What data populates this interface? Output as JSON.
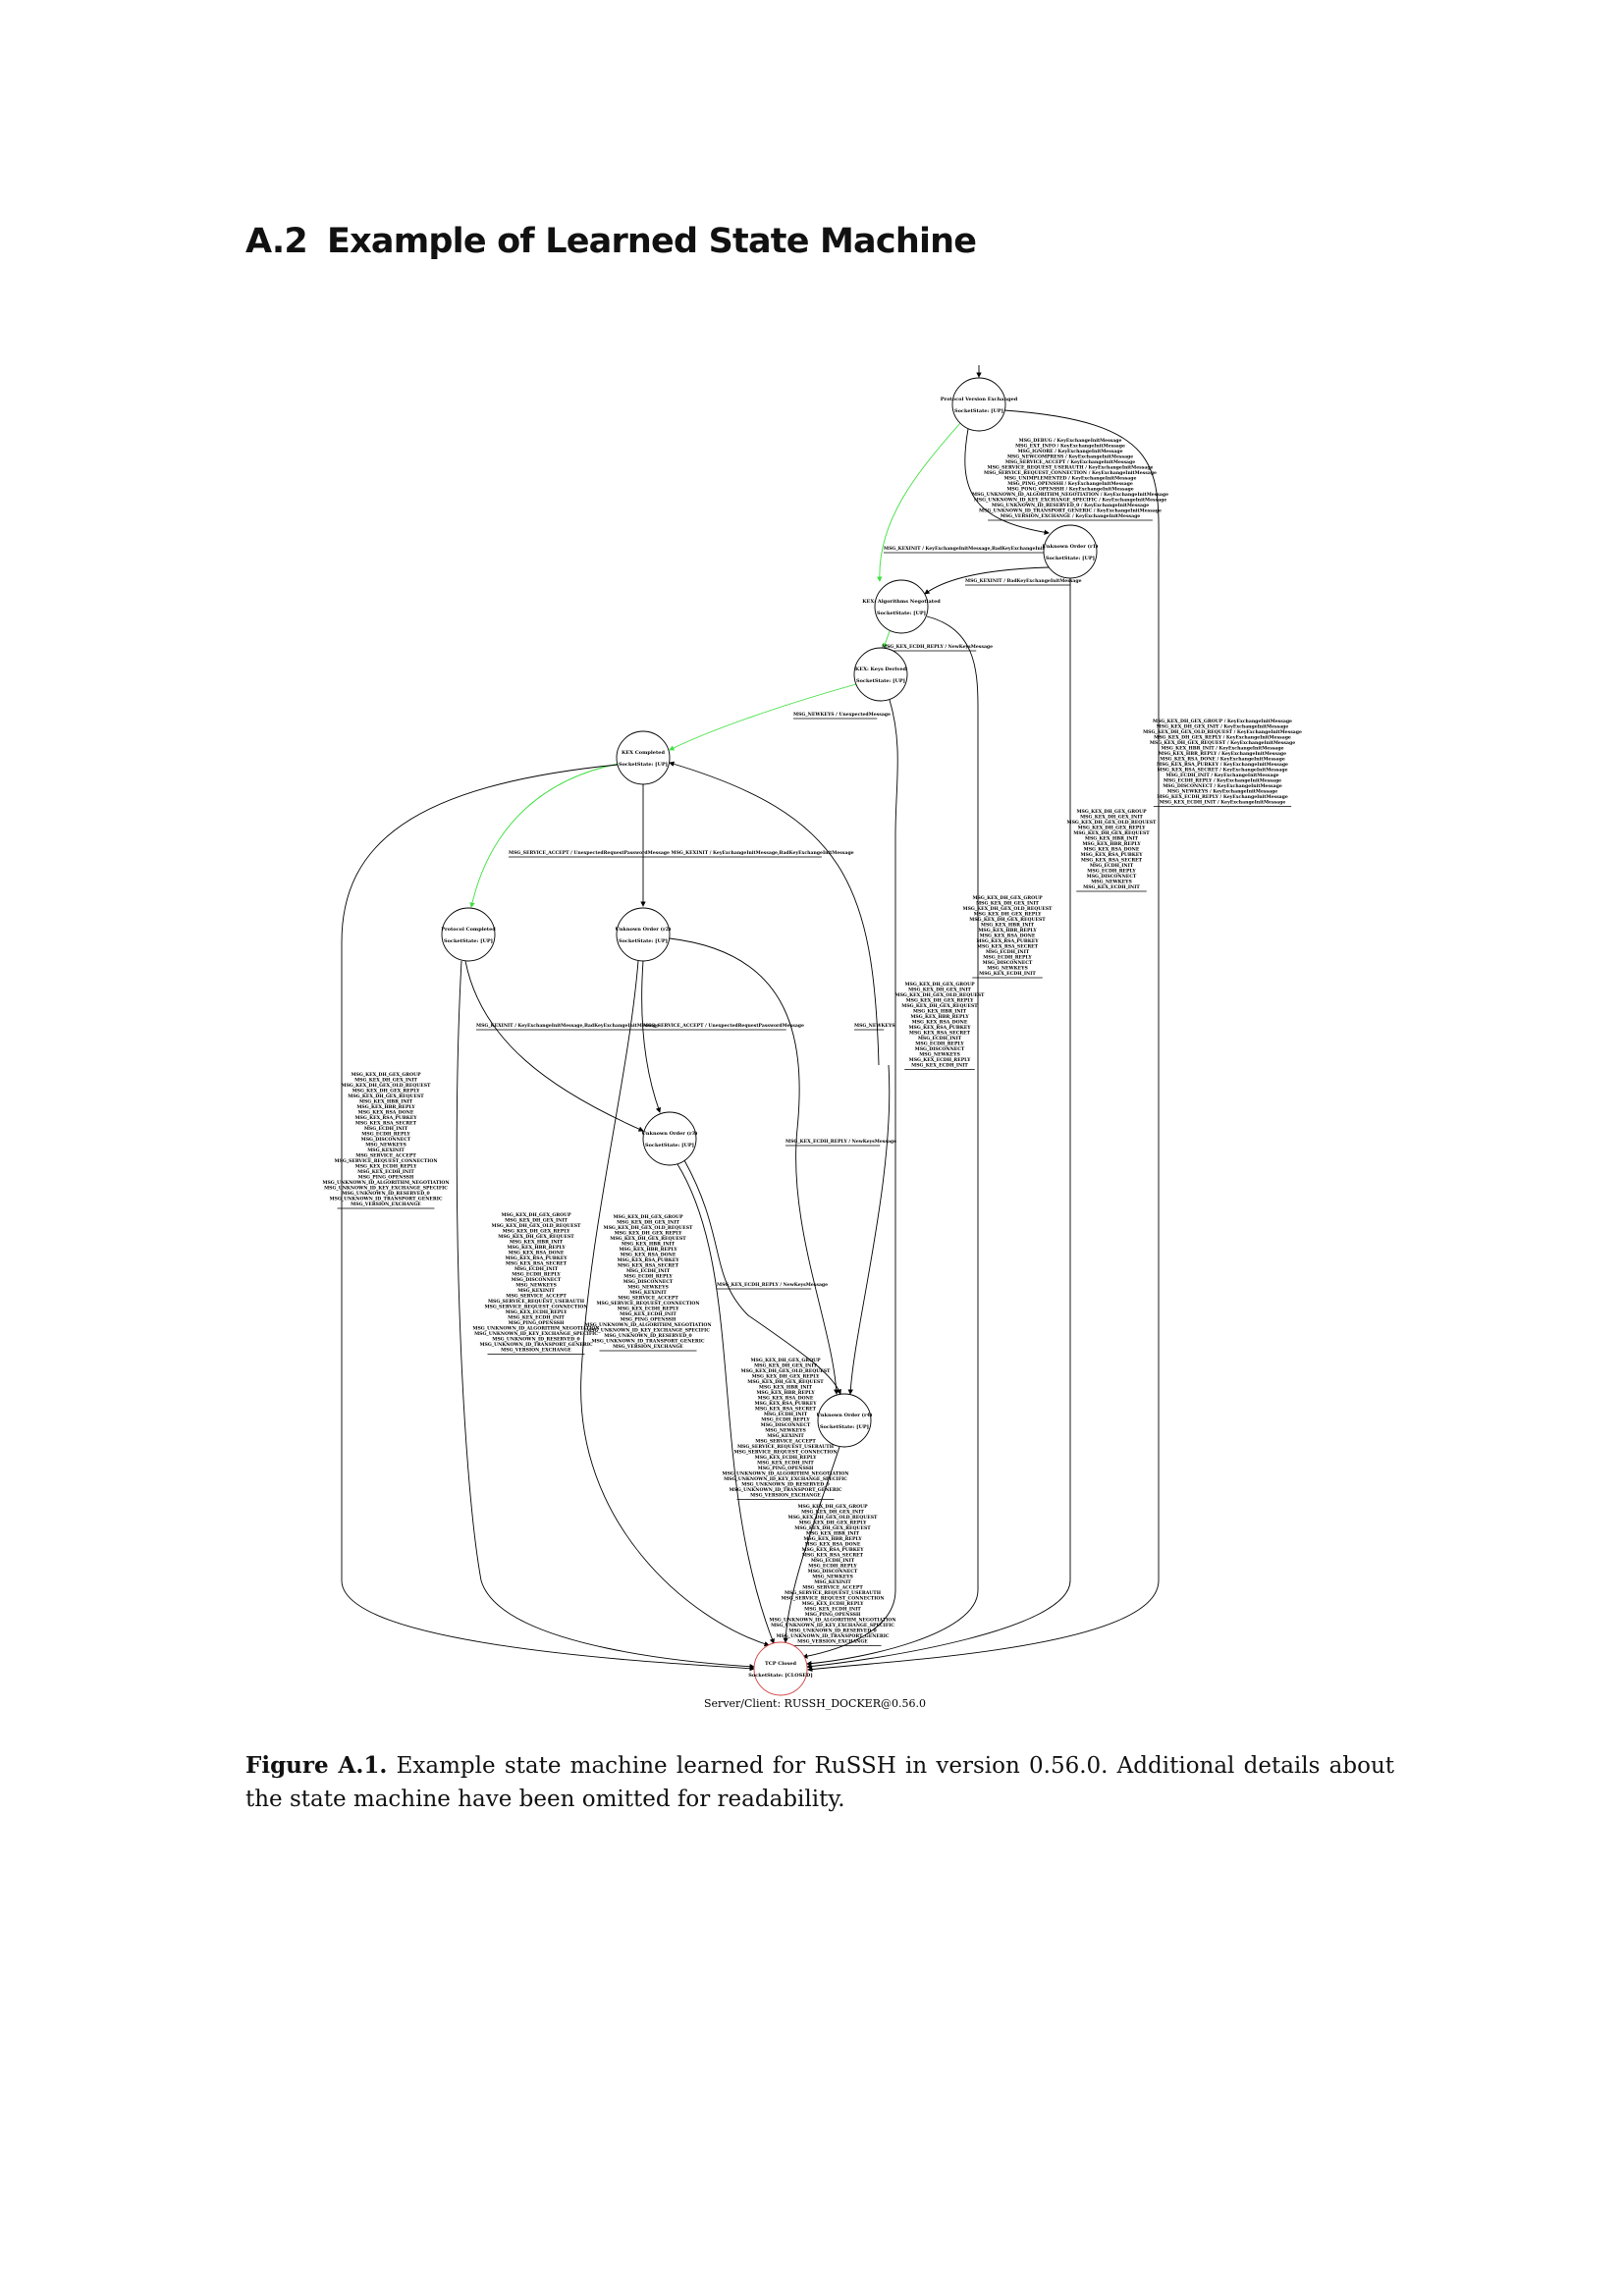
{
  "section": {
    "number": "A.2",
    "title": "Example of Learned State Machine"
  },
  "diagram": {
    "colors": {
      "green_path": "#3ee03e",
      "closed_node": "#d04040",
      "edge": "#000000"
    },
    "nodes": [
      {
        "id": "pve",
        "title": "Protocol Version Exchanged",
        "status": "SocketState: [UP]"
      },
      {
        "id": "r1",
        "title": "Unknown Order (r1)",
        "status": "SocketState: [UP]"
      },
      {
        "id": "kan",
        "title": "KEX: Algorithms Negotiated",
        "status": "SocketState: [UP]"
      },
      {
        "id": "kkd",
        "title": "KEX: Keys Derived",
        "status": "SocketState: [UP]"
      },
      {
        "id": "kc",
        "title": "KEX Completed",
        "status": "SocketState: [UP]"
      },
      {
        "id": "pc",
        "title": "Protocol Completed",
        "status": "SocketState: [UP]"
      },
      {
        "id": "r2",
        "title": "Unknown Order (r2)",
        "status": "SocketState: [UP]"
      },
      {
        "id": "r3",
        "title": "Unknown Order (r3)",
        "status": "SocketState: [UP]"
      },
      {
        "id": "r4",
        "title": "Unknown Order (r4)",
        "status": "SocketState: [UP]"
      },
      {
        "id": "tcp",
        "title": "TCP Closed",
        "status": "SocketState: [CLOSED]"
      }
    ],
    "edge_labels": [
      {
        "lines": [
          "MSG_DEBUG / KeyExchangeInitMessage",
          "MSG_EXT_INFO / KeyExchangeInitMessage",
          "MSG_IGNORE / KeyExchangeInitMessage",
          "MSG_NEWCOMPRESS / KeyExchangeInitMessage",
          "MSG_SERVICE_ACCEPT / KeyExchangeInitMessage",
          "MSG_SERVICE_REQUEST_USERAUTH / KeyExchangeInitMessage",
          "MSG_SERVICE_REQUEST_CONNECTION / KeyExchangeInitMessage",
          "MSG_UNIMPLEMENTED / KeyExchangeInitMessage",
          "MSG_PING_OPENSSH / KeyExchangeInitMessage",
          "MSG_PONG_OPENSSH / KeyExchangeInitMessage",
          "MSG_UNKNOWN_ID_ALGORITHM_NEGOTIATION / KeyExchangeInitMessage",
          "MSG_UNKNOWN_ID_KEY_EXCHANGE_SPECIFIC / KeyExchangeInitMessage",
          "MSG_UNKNOWN_ID_RESERVED_0 / KeyExchangeInitMessage",
          "MSG_UNKNOWN_ID_TRANSPORT_GENERIC / KeyExchangeInitMessage",
          "MSG_VERSION_EXCHANGE / KeyExchangeInitMessage"
        ]
      },
      {
        "lines": [
          "MSG_KEXINIT / KeyExchangeInitMessage,BadKeyExchangeInitMessage"
        ]
      },
      {
        "lines": [
          "MSG_KEXINIT / BadKeyExchangeInitMessage"
        ]
      },
      {
        "lines": [
          "MSG_KEX_ECDH_REPLY / NewKeysMessage"
        ]
      },
      {
        "lines": [
          "MSG_NEWKEYS / UnexpectedMessage"
        ]
      },
      {
        "lines": [
          "MSG_KEX_DH_GEX_GROUP / KeyExchangeInitMessage",
          "MSG_KEX_DH_GEX_INIT / KeyExchangeInitMessage",
          "MSG_KEX_DH_GEX_OLD_REQUEST / KeyExchangeInitMessage",
          "MSG_KEX_DH_GEX_REPLY / KeyExchangeInitMessage",
          "MSG_KEX_DH_GEX_REQUEST / KeyExchangeInitMessage",
          "MSG_KEX_HBR_INIT / KeyExchangeInitMessage",
          "MSG_KEX_HBR_REPLY / KeyExchangeInitMessage",
          "MSG_KEX_RSA_DONE / KeyExchangeInitMessage",
          "MSG_KEX_RSA_PUBKEY / KeyExchangeInitMessage",
          "MSG_KEX_RSA_SECRET / KeyExchangeInitMessage",
          "MSG_ECDH_INIT / KeyExchangeInitMessage",
          "MSG_ECDH_REPLY / KeyExchangeInitMessage",
          "MSG_DISCONNECT / KeyExchangeInitMessage",
          "MSG_NEWKEYS / KeyExchangeInitMessage",
          "MSG_KEX_ECDH_REPLY / KeyExchangeInitMessage",
          "MSG_KEX_ECDH_INIT / KeyExchangeInitMessage"
        ]
      },
      {
        "lines": [
          "MSG_KEX_DH_GEX_GROUP",
          "MSG_KEX_DH_GEX_INIT",
          "MSG_KEX_DH_GEX_OLD_REQUEST",
          "MSG_KEX_DH_GEX_REPLY",
          "MSG_KEX_DH_GEX_REQUEST",
          "MSG_KEX_HBR_INIT",
          "MSG_KEX_HBR_REPLY",
          "MSG_KEX_RSA_DONE",
          "MSG_KEX_RSA_PUBKEY",
          "MSG_KEX_RSA_SECRET",
          "MSG_ECDH_INIT",
          "MSG_ECDH_REPLY",
          "MSG_DISCONNECT",
          "MSG_NEWKEYS",
          "MSG_KEX_ECDH_INIT"
        ]
      },
      {
        "lines": [
          "MSG_KEX_DH_GEX_GROUP",
          "MSG_KEX_DH_GEX_INIT",
          "MSG_KEX_DH_GEX_OLD_REQUEST",
          "MSG_KEX_DH_GEX_REPLY",
          "MSG_KEX_DH_GEX_REQUEST",
          "MSG_KEX_HBR_INIT",
          "MSG_KEX_HBR_REPLY",
          "MSG_KEX_RSA_DONE",
          "MSG_KEX_RSA_PUBKEY",
          "MSG_KEX_RSA_SECRET",
          "MSG_ECDH_INIT",
          "MSG_ECDH_REPLY",
          "MSG_DISCONNECT",
          "MSG_NEWKEYS",
          "MSG_KEX_ECDH_INIT"
        ]
      },
      {
        "lines": [
          "MSG_KEX_DH_GEX_GROUP",
          "MSG_KEX_DH_GEX_INIT",
          "MSG_KEX_DH_GEX_OLD_REQUEST",
          "MSG_KEX_DH_GEX_REPLY",
          "MSG_KEX_DH_GEX_REQUEST",
          "MSG_KEX_HBR_INIT",
          "MSG_KEX_HBR_REPLY",
          "MSG_KEX_RSA_DONE",
          "MSG_KEX_RSA_PUBKEY",
          "MSG_KEX_RSA_SECRET",
          "MSG_ECDH_INIT",
          "MSG_ECDH_REPLY",
          "MSG_DISCONNECT",
          "MSG_NEWKEYS",
          "MSG_KEX_ECDH_REPLY",
          "MSG_KEX_ECDH_INIT"
        ]
      },
      {
        "lines": [
          "MSG_SERVICE_ACCEPT / UnexpectedRequestPasswordMessage MSG_KEXINIT / KeyExchangeInitMessage,BadKeyExchangeInitMessage"
        ]
      },
      {
        "lines": [
          "MSG_KEXINIT / KeyExchangeInitMessage,BadKeyExchangeInitMessage"
        ]
      },
      {
        "lines": [
          "MSG_SERVICE_ACCEPT / UnexpectedRequestPasswordMessage"
        ]
      },
      {
        "lines": [
          "MSG_NEWKEYS"
        ]
      },
      {
        "lines": [
          "MSG_KEX_DH_GEX_GROUP",
          "MSG_KEX_DH_GEX_INIT",
          "MSG_KEX_DH_GEX_OLD_REQUEST",
          "MSG_KEX_DH_GEX_REPLY",
          "MSG_KEX_DH_GEX_REQUEST",
          "MSG_KEX_HBR_INIT",
          "MSG_KEX_HBR_REPLY",
          "MSG_KEX_RSA_DONE",
          "MSG_KEX_RSA_PUBKEY",
          "MSG_KEX_RSA_SECRET",
          "MSG_ECDH_INIT",
          "MSG_ECDH_REPLY",
          "MSG_DISCONNECT",
          "MSG_NEWKEYS",
          "MSG_KEXINIT",
          "MSG_SERVICE_ACCEPT",
          "MSG_SERVICE_REQUEST_CONNECTION",
          "MSG_KEX_ECDH_REPLY",
          "MSG_KEX_ECDH_INIT",
          "MSG_PING_OPENSSH",
          "MSG_UNKNOWN_ID_ALGORITHM_NEGOTIATION",
          "MSG_UNKNOWN_ID_KEY_EXCHANGE_SPECIFIC",
          "MSG_UNKNOWN_ID_RESERVED_0",
          "MSG_UNKNOWN_ID_TRANSPORT_GENERIC",
          "MSG_VERSION_EXCHANGE"
        ]
      },
      {
        "lines": [
          "MSG_KEX_DH_GEX_GROUP",
          "MSG_KEX_DH_GEX_INIT",
          "MSG_KEX_DH_GEX_OLD_REQUEST",
          "MSG_KEX_DH_GEX_REPLY",
          "MSG_KEX_DH_GEX_REQUEST",
          "MSG_KEX_HBR_INIT",
          "MSG_KEX_HBR_REPLY",
          "MSG_KEX_RSA_DONE",
          "MSG_KEX_RSA_PUBKEY",
          "MSG_KEX_RSA_SECRET",
          "MSG_ECDH_INIT",
          "MSG_ECDH_REPLY",
          "MSG_DISCONNECT",
          "MSG_NEWKEYS",
          "MSG_KEXINIT",
          "MSG_SERVICE_ACCEPT",
          "MSG_SERVICE_REQUEST_USERAUTH",
          "MSG_SERVICE_REQUEST_CONNECTION",
          "MSG_KEX_ECDH_REPLY",
          "MSG_KEX_ECDH_INIT",
          "MSG_PING_OPENSSH",
          "MSG_UNKNOWN_ID_ALGORITHM_NEGOTIATION",
          "MSG_UNKNOWN_ID_KEY_EXCHANGE_SPECIFIC",
          "MSG_UNKNOWN_ID_RESERVED_0",
          "MSG_UNKNOWN_ID_TRANSPORT_GENERIC",
          "MSG_VERSION_EXCHANGE"
        ]
      },
      {
        "lines": [
          "MSG_KEX_DH_GEX_GROUP",
          "MSG_KEX_DH_GEX_INIT",
          "MSG_KEX_DH_GEX_OLD_REQUEST",
          "MSG_KEX_DH_GEX_REPLY",
          "MSG_KEX_DH_GEX_REQUEST",
          "MSG_KEX_HBR_INIT",
          "MSG_KEX_HBR_REPLY",
          "MSG_KEX_RSA_DONE",
          "MSG_KEX_RSA_PUBKEY",
          "MSG_KEX_RSA_SECRET",
          "MSG_ECDH_INIT",
          "MSG_ECDH_REPLY",
          "MSG_DISCONNECT",
          "MSG_NEWKEYS",
          "MSG_KEXINIT",
          "MSG_SERVICE_ACCEPT",
          "MSG_SERVICE_REQUEST_CONNECTION",
          "MSG_KEX_ECDH_REPLY",
          "MSG_KEX_ECDH_INIT",
          "MSG_PING_OPENSSH",
          "MSG_UNKNOWN_ID_ALGORITHM_NEGOTIATION",
          "MSG_UNKNOWN_ID_KEY_EXCHANGE_SPECIFIC",
          "MSG_UNKNOWN_ID_RESERVED_0",
          "MSG_UNKNOWN_ID_TRANSPORT_GENERIC",
          "MSG_VERSION_EXCHANGE"
        ]
      },
      {
        "lines": [
          "MSG_KEX_ECDH_REPLY / NewKeysMessage"
        ]
      },
      {
        "lines": [
          "MSG_KEX_ECDH_REPLY / NewKeysMessage"
        ]
      },
      {
        "lines": [
          "MSG_KEX_DH_GEX_GROUP",
          "MSG_KEX_DH_GEX_INIT",
          "MSG_KEX_DH_GEX_OLD_REQUEST",
          "MSG_KEX_DH_GEX_REPLY",
          "MSG_KEX_DH_GEX_REQUEST",
          "MSG_KEX_HBR_INIT",
          "MSG_KEX_HBR_REPLY",
          "MSG_KEX_RSA_DONE",
          "MSG_KEX_RSA_PUBKEY",
          "MSG_KEX_RSA_SECRET",
          "MSG_ECDH_INIT",
          "MSG_ECDH_REPLY",
          "MSG_DISCONNECT",
          "MSG_NEWKEYS",
          "MSG_KEXINIT",
          "MSG_SERVICE_ACCEPT",
          "MSG_SERVICE_REQUEST_USERAUTH",
          "MSG_SERVICE_REQUEST_CONNECTION",
          "MSG_KEX_ECDH_REPLY",
          "MSG_KEX_ECDH_INIT",
          "MSG_PING_OPENSSH",
          "MSG_UNKNOWN_ID_ALGORITHM_NEGOTIATION",
          "MSG_UNKNOWN_ID_KEY_EXCHANGE_SPECIFIC",
          "MSG_UNKNOWN_ID_RESERVED_0",
          "MSG_UNKNOWN_ID_TRANSPORT_GENERIC",
          "MSG_VERSION_EXCHANGE"
        ]
      },
      {
        "lines": [
          "MSG_KEX_DH_GEX_GROUP",
          "MSG_KEX_DH_GEX_INIT",
          "MSG_KEX_DH_GEX_OLD_REQUEST",
          "MSG_KEX_DH_GEX_REPLY",
          "MSG_KEX_DH_GEX_REQUEST",
          "MSG_KEX_HBR_INIT",
          "MSG_KEX_HBR_REPLY",
          "MSG_KEX_RSA_DONE",
          "MSG_KEX_RSA_PUBKEY",
          "MSG_KEX_RSA_SECRET",
          "MSG_ECDH_INIT",
          "MSG_ECDH_REPLY",
          "MSG_DISCONNECT",
          "MSG_NEWKEYS",
          "MSG_KEXINIT",
          "MSG_SERVICE_ACCEPT",
          "MSG_SERVICE_REQUEST_USERAUTH",
          "MSG_SERVICE_REQUEST_CONNECTION",
          "MSG_KEX_ECDH_REPLY",
          "MSG_KEX_ECDH_INIT",
          "MSG_PING_OPENSSH",
          "MSG_UNKNOWN_ID_ALGORITHM_NEGOTIATION",
          "MSG_UNKNOWN_ID_KEY_EXCHANGE_SPECIFIC",
          "MSG_UNKNOWN_ID_RESERVED_0",
          "MSG_UNKNOWN_ID_TRANSPORT_GENERIC",
          "MSG_VERSION_EXCHANGE"
        ]
      }
    ],
    "subject_label": "Server/Client: RUSSH_DOCKER@0.56.0"
  },
  "caption": {
    "label": "Figure A.1.",
    "text": "Example state machine learned for RuSSH in version 0.56.0. Additional details about the state machine have been omitted for readability."
  }
}
